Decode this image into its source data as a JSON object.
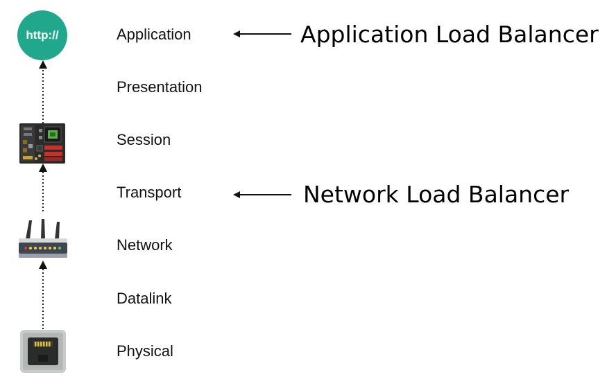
{
  "layers": [
    {
      "label": "Application"
    },
    {
      "label": "Presentation"
    },
    {
      "label": "Session"
    },
    {
      "label": "Transport"
    },
    {
      "label": "Network"
    },
    {
      "label": "Datalink"
    },
    {
      "label": "Physical"
    }
  ],
  "annotations": {
    "application": "Application Load Balancer",
    "transport": "Network Load Balancer"
  },
  "icons": {
    "http_text": "http://",
    "http_icon": "http-circle-icon",
    "session_icon": "motherboard-icon",
    "network_icon": "router-icon",
    "physical_icon": "ethernet-port-icon"
  },
  "colors": {
    "http_circle": "#21a88c",
    "text": "#111111"
  }
}
